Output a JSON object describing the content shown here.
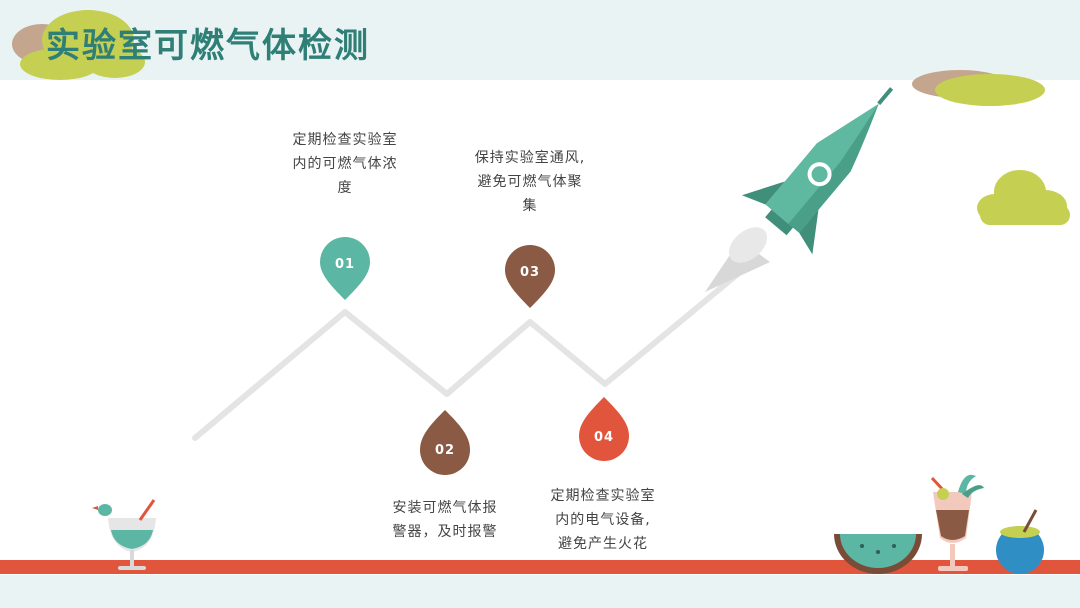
{
  "slide": {
    "title": "实验室可燃气体检测"
  },
  "colors": {
    "teal": "#5bb7a3",
    "brown": "#8a5a44",
    "red": "#e2553d",
    "olive": "#c5cf52",
    "title": "#2f7f77"
  },
  "steps": [
    {
      "number": "01",
      "lines": [
        "定期检查实验室",
        "内的可燃气体浓",
        "度"
      ]
    },
    {
      "number": "02",
      "lines": [
        "安装可燃气体报",
        "警器，及时报警"
      ]
    },
    {
      "number": "03",
      "lines": [
        "保持实验室通风,",
        "避免可燃气体聚",
        "集"
      ]
    },
    {
      "number": "04",
      "lines": [
        "定期检查实验室",
        "内的电气设备,",
        "避免产生火花"
      ]
    }
  ]
}
